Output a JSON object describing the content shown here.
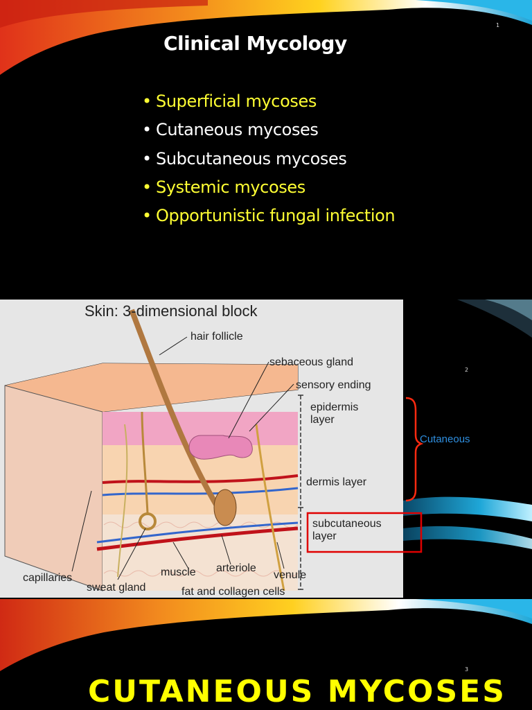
{
  "slide1": {
    "title": "Clinical Mycology",
    "page_number": "1",
    "bullets": [
      {
        "text": "Superficial mycoses",
        "color": "#ffff33"
      },
      {
        "text": "Cutaneous mycoses",
        "color": "#ffffff"
      },
      {
        "text": "Subcutaneous mycoses",
        "color": "#ffffff"
      },
      {
        "text": "Systemic mycoses",
        "color": "#ffff33"
      },
      {
        "text": "Opportunistic fungal infection",
        "color": "#ffff33"
      }
    ],
    "bullet_symbol": "•"
  },
  "slide2": {
    "page_number": "2",
    "figure": {
      "title": "Skin: 3-dimensional block",
      "labels": {
        "hair_follicle": "hair follicle",
        "sebaceous_gland": "sebaceous gland",
        "sensory_ending": "sensory ending",
        "epidermis_1": "epidermis",
        "epidermis_2": "layer",
        "dermis": "dermis layer",
        "subcutaneous_1": "subcutaneous",
        "subcutaneous_2": "layer",
        "capillaries": "capillaries",
        "sweat_gland": "sweat gland",
        "muscle": "muscle",
        "arteriole": "arteriole",
        "venule": "venule",
        "fat_collagen": "fat and collagen cells"
      }
    },
    "brace_label": "Cutaneous",
    "colors": {
      "brace": "#ff2a10",
      "highlight_box": "#e00000",
      "brace_label": "#2f8fe0"
    }
  },
  "slide3": {
    "page_number": "3",
    "title": "CUTANEOUS MYCOSES",
    "title_color": "#ffff00"
  }
}
